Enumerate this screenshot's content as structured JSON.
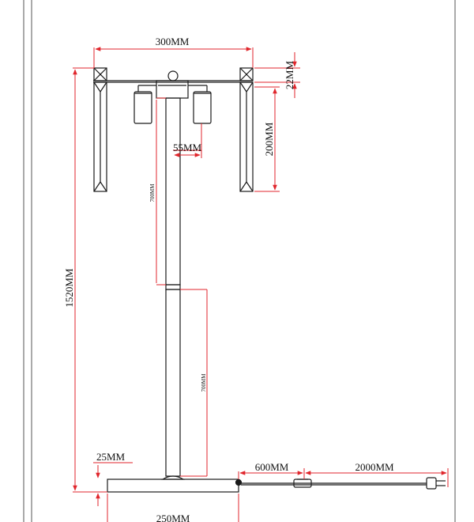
{
  "drawing": {
    "colors": {
      "outline": "#1a1a1a",
      "dimension": "#e0262c",
      "text": "#111111",
      "frame": "#555555"
    },
    "dimensions": {
      "shade_width": "300MM",
      "shade_bar_height": "22MM",
      "shade_drop": "200MM",
      "socket_offset": "55MM",
      "upper_pole": "700MM",
      "lower_pole": "700MM",
      "total_height": "1520MM",
      "base_thickness": "25MM",
      "base_width": "250MM",
      "cord_to_switch": "600MM",
      "cord_to_plug": "2000MM"
    }
  }
}
